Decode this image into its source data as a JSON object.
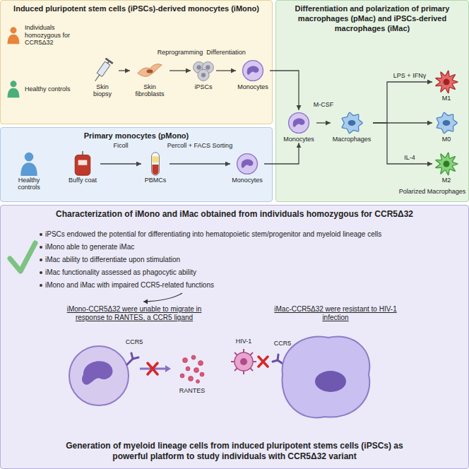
{
  "diagram": {
    "nodes": [
      {
        "text": [
          "Induced pluripotent stem cells (iPSCs)-derived monocytes (iMono)"
        ]
      },
      {
        "text": [
          "Individuals homozygous for CCR5Δ32"
        ],
        "in": 0
      },
      {
        "text": [
          "Healthy controls"
        ],
        "in": 0
      },
      {
        "text": [
          "Skin biopsy"
        ],
        "in": 0
      },
      {
        "text": [
          "Skin fibroblasts"
        ],
        "in": 0
      },
      {
        "text": [
          "iPSCs"
        ],
        "in": 0
      },
      {
        "text": [
          "Monocytes"
        ],
        "in": 0
      },
      {
        "text": [
          "Primary monocytes (pMono)"
        ]
      },
      {
        "text": [
          "Healthy controls"
        ],
        "in": 7
      },
      {
        "text": [
          "Buffy coat"
        ],
        "in": 7
      },
      {
        "text": [
          "PBMCs"
        ],
        "in": 7
      },
      {
        "text": [
          "Monocytes"
        ],
        "in": 7
      },
      {
        "text": [
          "Differentiation and polarization of primary macrophages (pMac) and iPSCs-derived macrophages (iMac)"
        ]
      },
      {
        "text": [
          "Monocytes"
        ],
        "in": 12
      },
      {
        "text": [
          "Macrophages"
        ],
        "in": 12
      },
      {
        "text": [
          "M1"
        ],
        "in": 12
      },
      {
        "text": [
          "M0"
        ],
        "in": 12
      },
      {
        "text": [
          "M2"
        ],
        "in": 12
      },
      {
        "text": [
          "Characterization of iMono and iMac obtained from individuals homozygous for CCR5Δ32",
          "Generation of myeloid lineage cells from induced pluripotent stems cells (iPSCs) as powerful platform to study individuals with CCR5Δ32 variant"
        ]
      }
    ],
    "edges": [
      {
        "from": 3,
        "to": 4,
        "arrow": "to"
      },
      {
        "from": 4,
        "to": 5,
        "label": "Reprogramming",
        "arrow": "to"
      },
      {
        "from": 5,
        "to": 6,
        "label": "Differentiation",
        "arrow": "to"
      },
      {
        "from": 9,
        "to": 10,
        "label": "Ficoll",
        "arrow": "to"
      },
      {
        "from": 10,
        "to": 11,
        "label": "Percoll + FACS Sorting",
        "arrow": "to"
      },
      {
        "from": 6,
        "to": 13,
        "arrow": "to"
      },
      {
        "from": 11,
        "to": 13,
        "arrow": "to"
      },
      {
        "from": 13,
        "to": 14,
        "label": "M-CSF",
        "arrow": "to"
      },
      {
        "from": 14,
        "to": 15,
        "label": "LPS + IFNγ",
        "arrow": "to"
      },
      {
        "from": 14,
        "to": 16,
        "arrow": "to"
      },
      {
        "from": 14,
        "to": 17,
        "label": "IL-4",
        "arrow": "to"
      }
    ],
    "labels": [
      "Polarized Macrophages",
      "iPSCs endowed the potential for differentiating into hematopoietic stem/progenitor and myeloid lineage cells",
      "iMono able to generate iMac",
      "iMac ability to differentiate upon stimulation",
      "iMac functionality assessed as phagocytic ability",
      "iMono and iMac with impaired CCR5-related functions",
      "iMono-CCR5Δ32 were unable to migrate in response to RANTES, a CCR5 ligand",
      "iMac-CCR5Δ32 were resistant to HIV-1 infection",
      "CCR5",
      "RANTES",
      "HIV-1",
      "CCR5"
    ]
  }
}
